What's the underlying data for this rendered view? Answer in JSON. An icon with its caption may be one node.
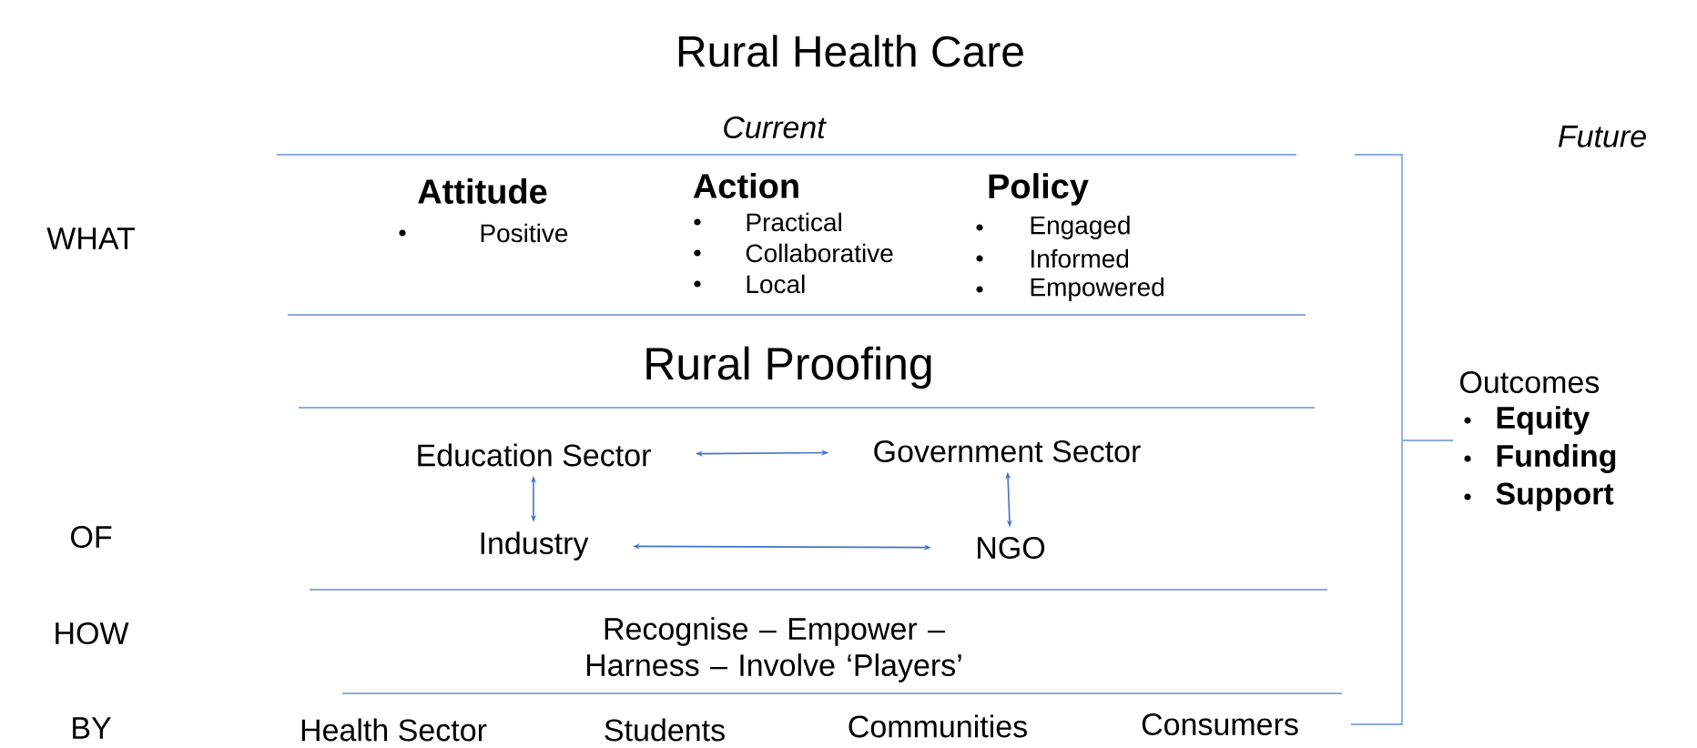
{
  "diagram": {
    "title": "Rural Health Care",
    "nodes": [
      {
        "text": [
          "Education Sector"
        ]
      },
      {
        "text": [
          "Government Sector"
        ]
      },
      {
        "text": [
          "Industry"
        ]
      },
      {
        "text": [
          "NGO"
        ]
      }
    ],
    "edges": [
      {
        "from": 0,
        "to": 1,
        "arrow": "both"
      },
      {
        "from": 0,
        "to": 2,
        "arrow": "both"
      },
      {
        "from": 1,
        "to": 3,
        "arrow": "both"
      },
      {
        "from": 2,
        "to": 3,
        "arrow": "both"
      }
    ],
    "labels": [
      "Current",
      "Future",
      "WHAT",
      "Attitude",
      "Positive",
      "Action",
      "Practical",
      "Collaborative",
      "Local",
      "Policy",
      "Engaged",
      "Informed",
      "Empowered",
      "Rural Proofing",
      "OF",
      "Outcomes",
      "Equity",
      "Funding",
      "Support",
      "HOW",
      "Recognise – Empower – Harness – Involve ‘Players’",
      "BY",
      "Health Sector",
      "Students",
      "Communities",
      "Consumers"
    ]
  }
}
